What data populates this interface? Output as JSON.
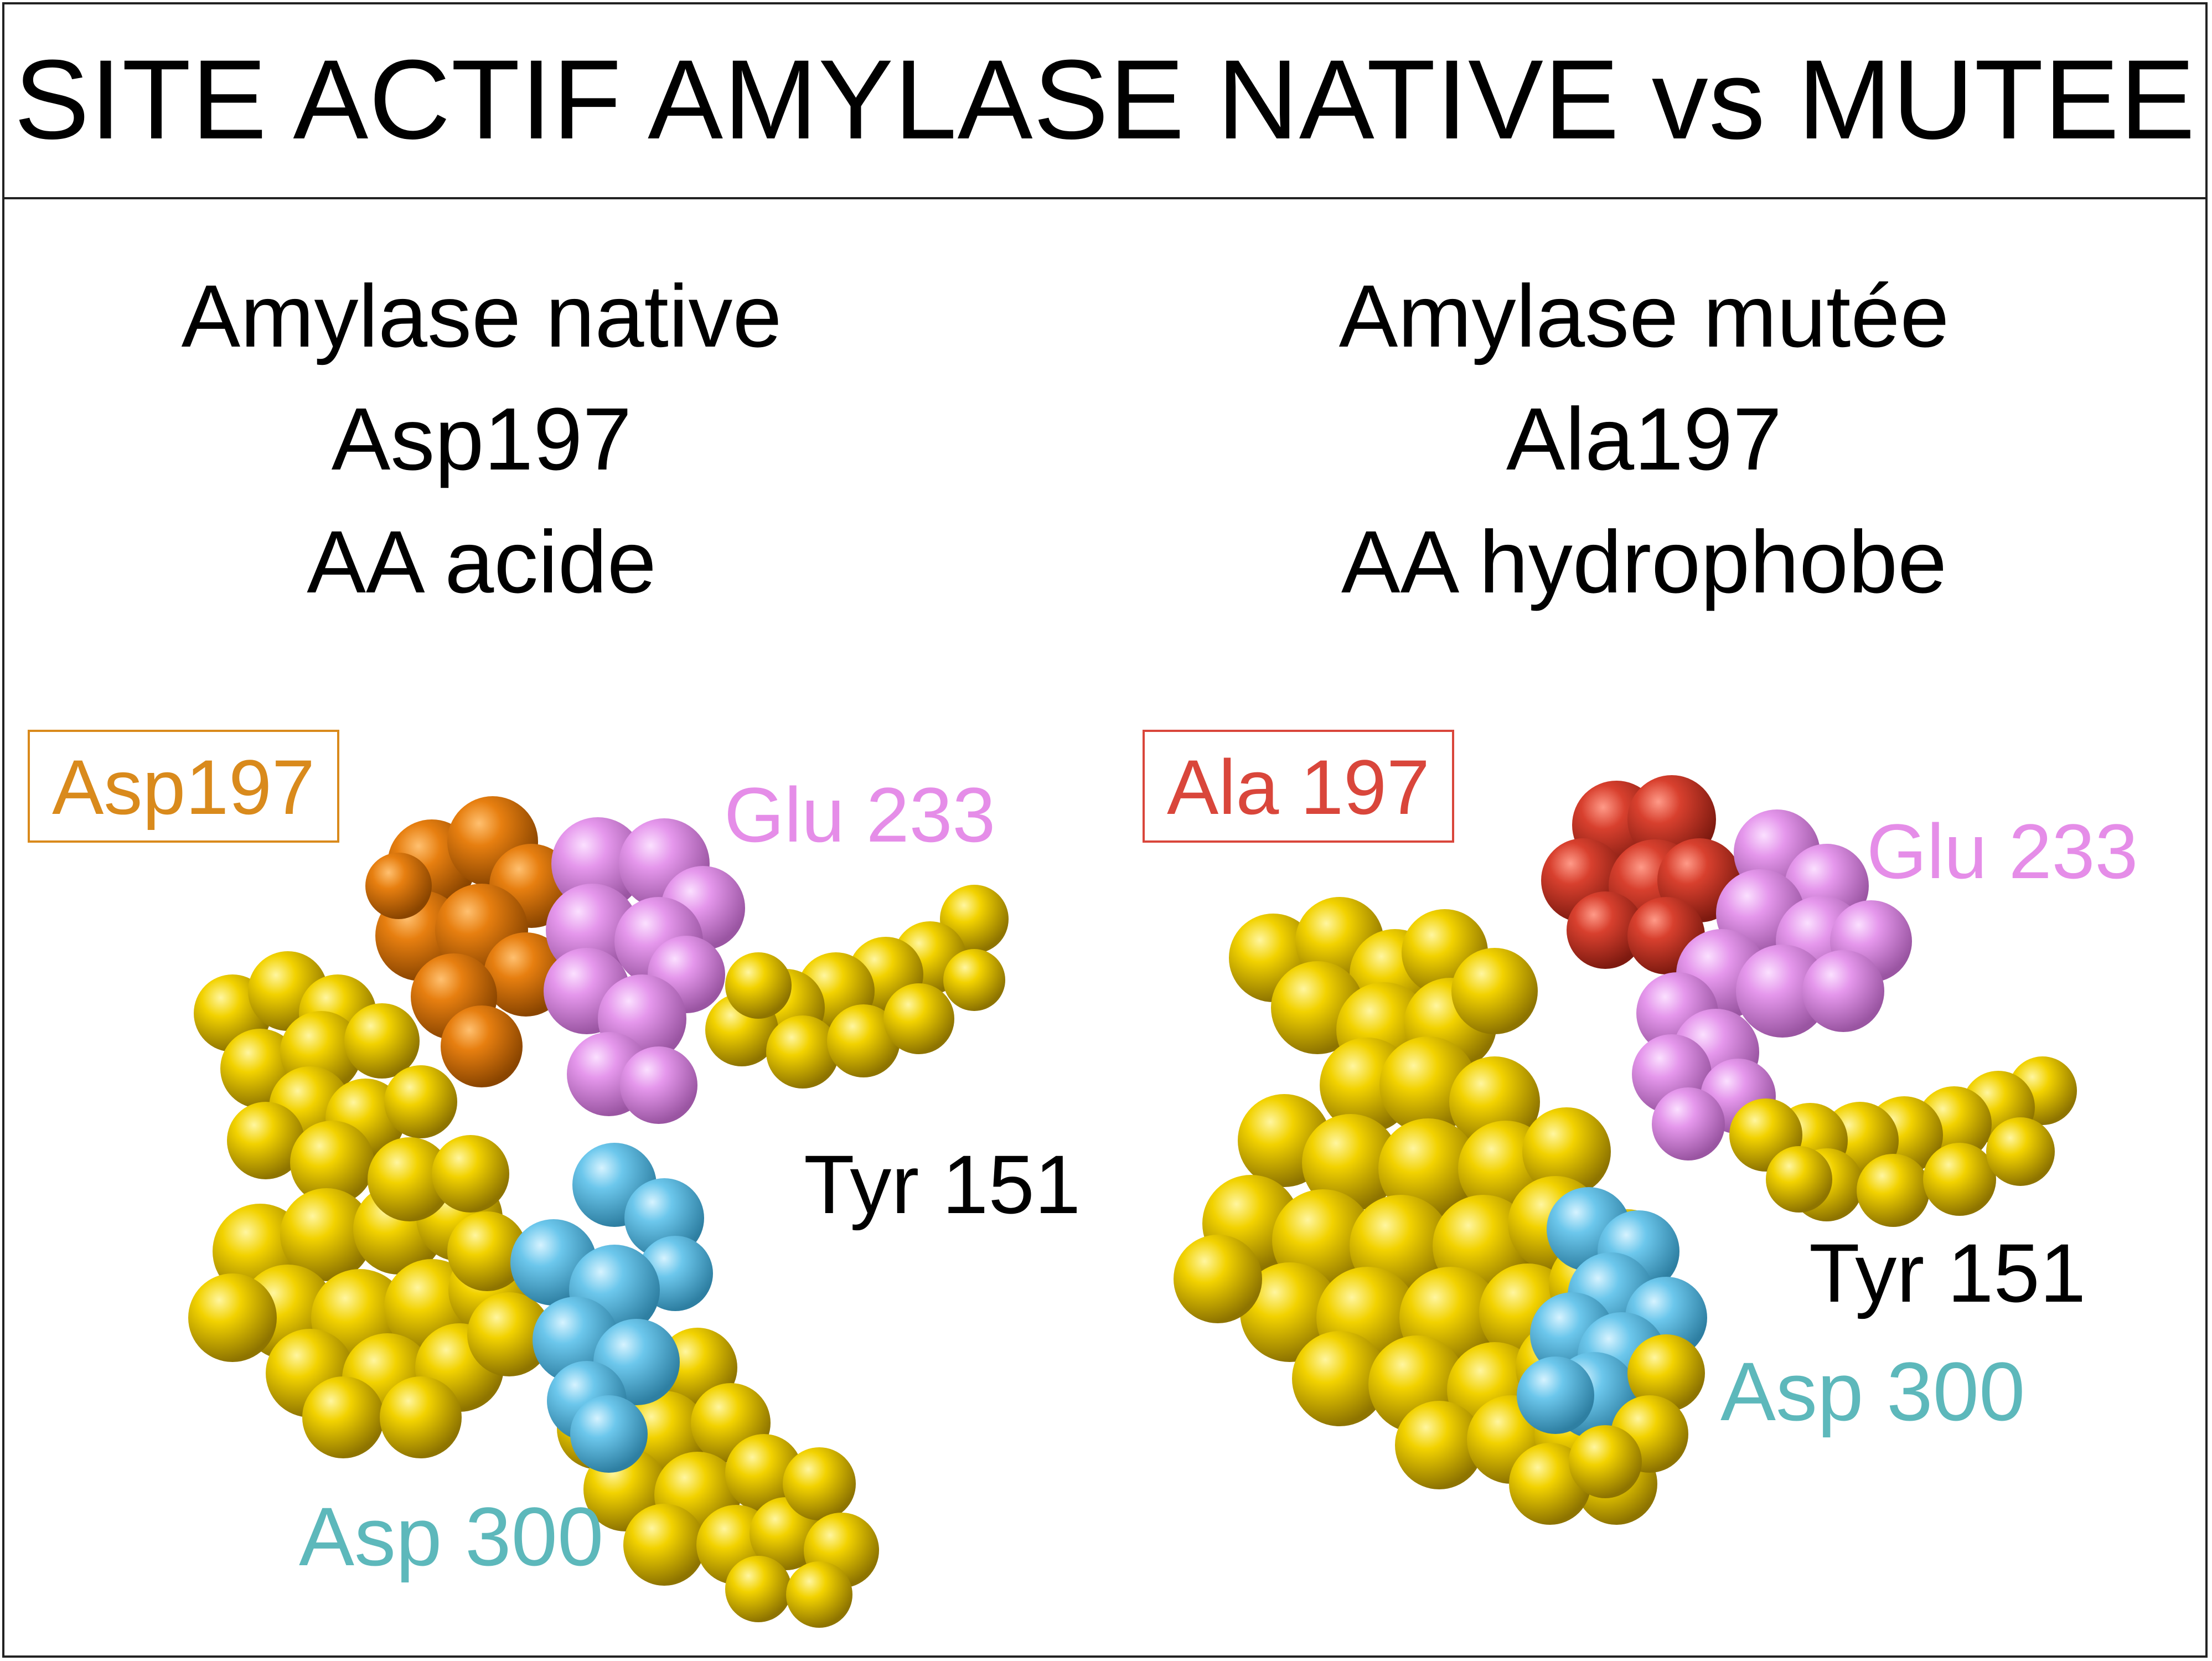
{
  "title": "SITE ACTIF AMYLASE NATIVE vs MUTEE",
  "native": {
    "heading": "Amylase native",
    "residue": "Asp197",
    "property": "AA acide",
    "labels": {
      "mutated_residue": "Asp197",
      "glu": "Glu 233",
      "tyr": "Tyr 151",
      "asp300": "Asp 300"
    }
  },
  "mutant": {
    "heading": "Amylase mutée",
    "residue": "Ala197",
    "property": "AA hydrophobe",
    "labels": {
      "mutated_residue": "Ala 197",
      "glu": "Glu 233",
      "tyr": "Tyr 151",
      "asp300": "Asp 300"
    }
  },
  "colors": {
    "yellow_residues": "#E6C200",
    "asp197_orange": "#E07B0C",
    "ala197_red": "#D0362A",
    "glu_violet": "#E190E6",
    "asp300_cyan": "#5BC0E6",
    "label_orange": "#D98A1C",
    "label_red": "#D9463B",
    "label_violet": "#E58DE8",
    "label_teal": "#5DB8BB"
  }
}
